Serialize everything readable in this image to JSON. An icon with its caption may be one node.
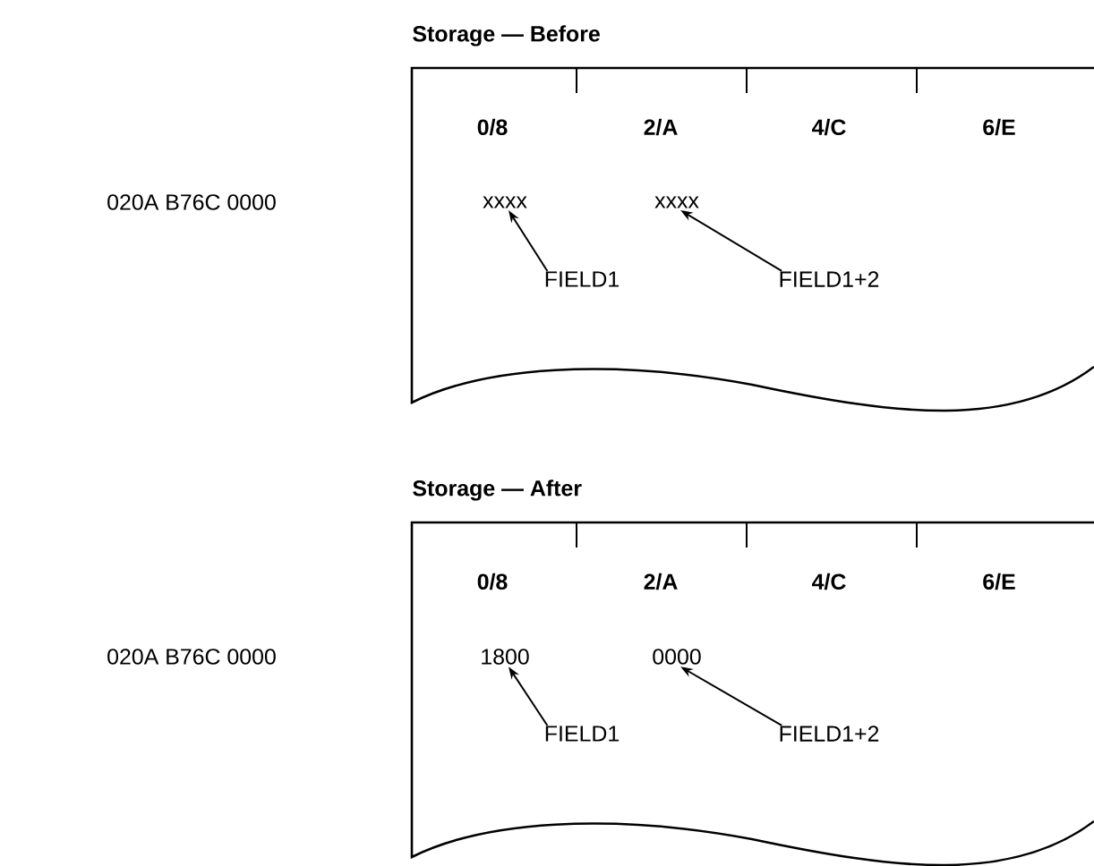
{
  "diagram": {
    "nodes": [
      {
        "text": [
          "Storage — Before"
        ]
      },
      {
        "text": [
          "xxxx"
        ],
        "in": 0
      },
      {
        "text": [
          "xxxx"
        ],
        "in": 0
      },
      {
        "text": [
          "FIELD1"
        ],
        "in": 0
      },
      {
        "text": [
          "FIELD1+2"
        ],
        "in": 0
      },
      {
        "text": [
          "Storage — After"
        ]
      },
      {
        "text": [
          "1800"
        ],
        "in": 5
      },
      {
        "text": [
          "0000"
        ],
        "in": 5
      },
      {
        "text": [
          "FIELD1"
        ],
        "in": 5
      },
      {
        "text": [
          "FIELD1+2"
        ],
        "in": 5
      }
    ],
    "edges": [
      {
        "from": 3,
        "to": 1,
        "arrow": "to"
      },
      {
        "from": 4,
        "to": 2,
        "arrow": "to"
      },
      {
        "from": 8,
        "to": 6,
        "arrow": "to"
      },
      {
        "from": 9,
        "to": 7,
        "arrow": "to"
      }
    ],
    "labels": [
      "0/8",
      "2/A",
      "4/C",
      "6/E",
      "020A B76C 0000",
      "0/8",
      "2/A",
      "4/C",
      "6/E",
      "020A B76C 0000"
    ]
  }
}
